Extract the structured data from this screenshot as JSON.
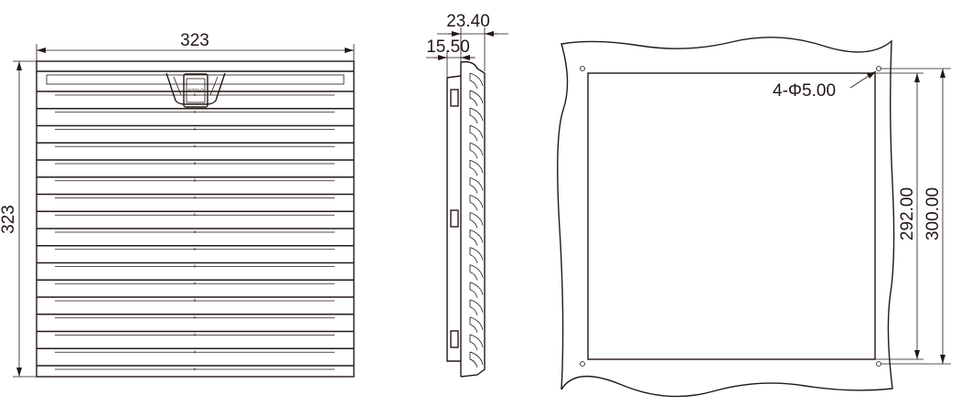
{
  "front_view": {
    "width_label": "323",
    "height_label": "323",
    "logo_text": "XITOLO",
    "louver_count": 17
  },
  "side_view": {
    "total_depth_label": "23.40",
    "frame_depth_label": "15.50"
  },
  "cutout_view": {
    "hole_label": "4-Φ5.00",
    "inner_dim_label": "292.00",
    "outer_dim_label": "300.00"
  },
  "colors": {
    "line": "#231815",
    "background": "#ffffff"
  }
}
